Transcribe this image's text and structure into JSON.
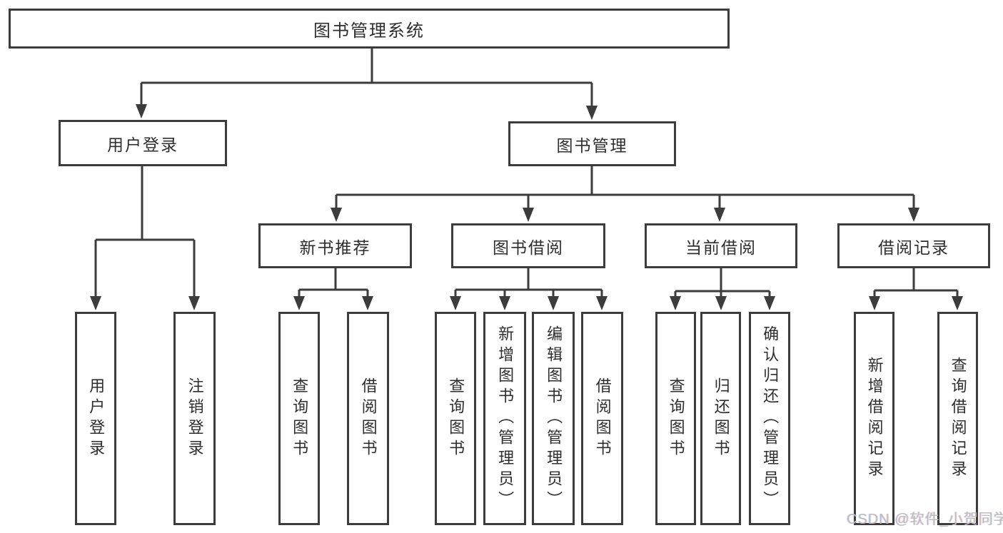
{
  "diagram": {
    "title": "图书管理系统",
    "children": [
      {
        "label": "用户登录",
        "children": [
          {
            "label": "用户登录"
          },
          {
            "label": "注销登录"
          }
        ]
      },
      {
        "label": "图书管理",
        "children": [
          {
            "label": "新书推荐",
            "children": [
              {
                "label": "查询图书"
              },
              {
                "label": "借阅图书"
              }
            ]
          },
          {
            "label": "图书借阅",
            "children": [
              {
                "label": "查询图书"
              },
              {
                "label": "新增图书（管理员）"
              },
              {
                "label": "编辑图书（管理员）"
              },
              {
                "label": "借阅图书"
              }
            ]
          },
          {
            "label": "当前借阅",
            "children": [
              {
                "label": "查询图书"
              },
              {
                "label": "归还图书"
              },
              {
                "label": "确认归还（管理员）"
              }
            ]
          },
          {
            "label": "借阅记录",
            "children": [
              {
                "label": "新增借阅记录"
              },
              {
                "label": "查询借阅记录"
              }
            ]
          }
        ]
      }
    ]
  },
  "watermark": {
    "text": "CSDN @软件_小贺同学"
  },
  "colors": {
    "line": "#3c3c3c",
    "text": "#2e2e2e",
    "watermark": "#bdbdbd",
    "background": "#ffffff"
  }
}
